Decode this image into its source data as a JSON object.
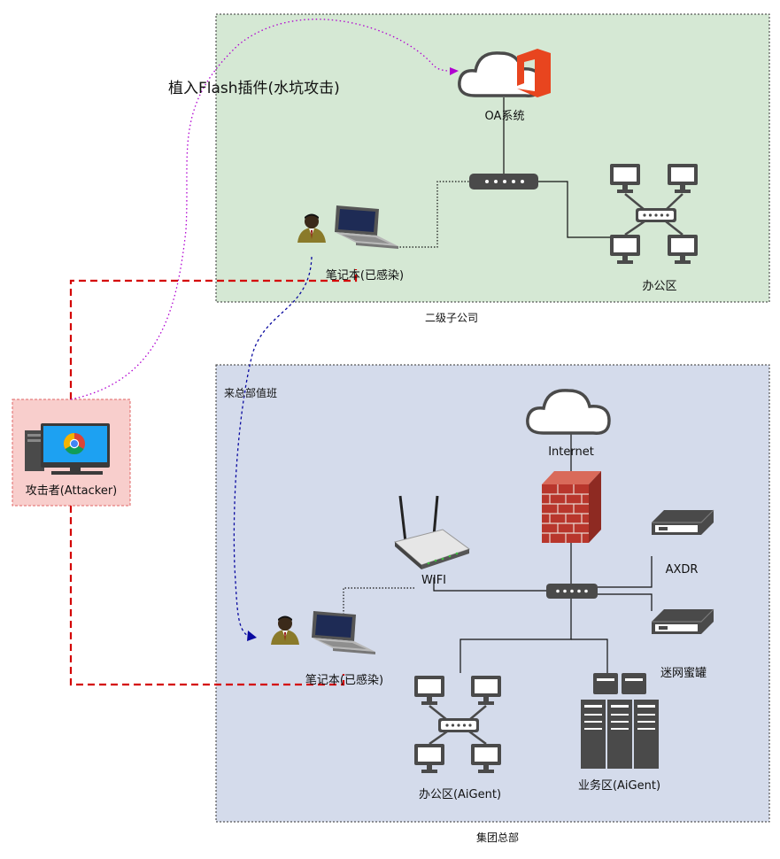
{
  "zones": {
    "subsidiary": {
      "caption": "二级子公司",
      "fill": "#d5e8d4"
    },
    "hq": {
      "caption": "集团总部",
      "fill": "#d4dbeb"
    },
    "attacker": {
      "fill": "#f8cecc",
      "border": "#e06666"
    }
  },
  "labels": {
    "oa_system": "OA系统",
    "sub_laptop": "笔记本(已感染)",
    "sub_office": "办公区",
    "attacker": "攻击者(Attacker)",
    "watering_hole": "植入Flash插件(水坑攻击)",
    "to_hq_duty": "来总部值班",
    "internet": "Internet",
    "axdr": "AXDR",
    "honeypot": "迷网蜜罐",
    "wifi": "WIFI",
    "hq_laptop": "笔记本(已感染)",
    "hq_office": "办公区(AiGent)",
    "business": "业务区(AiGent)"
  },
  "colors": {
    "attack_path": "#d40000",
    "watering_path": "#b000d0",
    "duty_path": "#0a0aa0",
    "device": "#4a4a4a",
    "office_logo": "#e8451f"
  },
  "icons": {
    "cloud": "cloud-icon",
    "office_logo": "office-logo-icon",
    "switch": "switch-icon",
    "monitor": "monitor-icon",
    "person": "person-icon",
    "laptop": "laptop-icon",
    "firewall": "firewall-icon",
    "server": "server-icon",
    "router": "wifi-router-icon",
    "server_rack": "server-rack-icon",
    "attacker_pc": "attacker-pc-icon"
  }
}
